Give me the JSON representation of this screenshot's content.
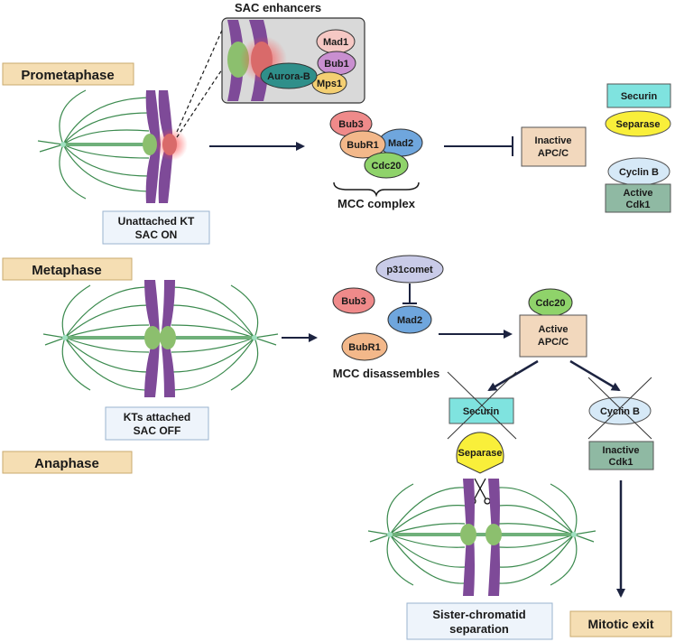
{
  "phases": {
    "prometaphase": "Prometaphase",
    "metaphase": "Metaphase",
    "anaphase": "Anaphase"
  },
  "inset": {
    "title": "SAC enhancers",
    "aurora_b": "Aurora-B",
    "mad1": "Mad1",
    "bub1": "Bub1",
    "mps1": "Mps1"
  },
  "prometaphase_state": {
    "line1": "Unattached KT",
    "line2": "SAC ON"
  },
  "metaphase_state": {
    "line1": "KTs attached",
    "line2": "SAC OFF"
  },
  "mcc": {
    "bub3": "Bub3",
    "bubr1": "BubR1",
    "mad2": "Mad2",
    "cdc20": "Cdc20",
    "label": "MCC complex"
  },
  "inactive_apc": {
    "line1": "Inactive",
    "line2": "APC/C"
  },
  "right_top": {
    "securin": "Securin",
    "separase": "Separase",
    "cyclin_b": "Cyclin B",
    "cdk1_line1": "Active",
    "cdk1_line2": "Cdk1"
  },
  "disassembly": {
    "p31comet": "p31comet",
    "bub3": "Bub3",
    "mad2": "Mad2",
    "bubr1": "BubR1",
    "label": "MCC disassembles"
  },
  "active_apc": {
    "cdc20": "Cdc20",
    "line1": "Active",
    "line2": "APC/C"
  },
  "degradation": {
    "securin": "Securin",
    "cyclin_b": "Cyclin B",
    "separase": "Separase",
    "cdk1_line1": "Inactive",
    "cdk1_line2": "Cdk1"
  },
  "outcomes": {
    "sister_line1": "Sister-chromatid",
    "sister_line2": "separation",
    "mitotic_exit": "Mitotic exit"
  },
  "colors": {
    "phase_fill": "#f5deb3",
    "phase_stroke": "#c9a96e",
    "chromosome": "#7e4a98",
    "kinetochore": "#8cbf6e",
    "spindle": "#3b8a4e",
    "bub3": "#ef8a8a",
    "bubr1": "#f3b88a",
    "mad2": "#6fa6dd",
    "cdc20": "#8fd36a",
    "apc": "#f2d8bd",
    "securin": "#7fe3df",
    "separase": "#f9ef3a",
    "cyclin_b": "#d6e9f7",
    "cdk1": "#8fb9a3",
    "mad1": "#f6c8c4",
    "bub1": "#c98fd0",
    "mps1": "#f4cf72",
    "aurora_b": "#2f8f8a",
    "p31comet": "#c9cbe8",
    "state_box": "#eef4fb"
  }
}
